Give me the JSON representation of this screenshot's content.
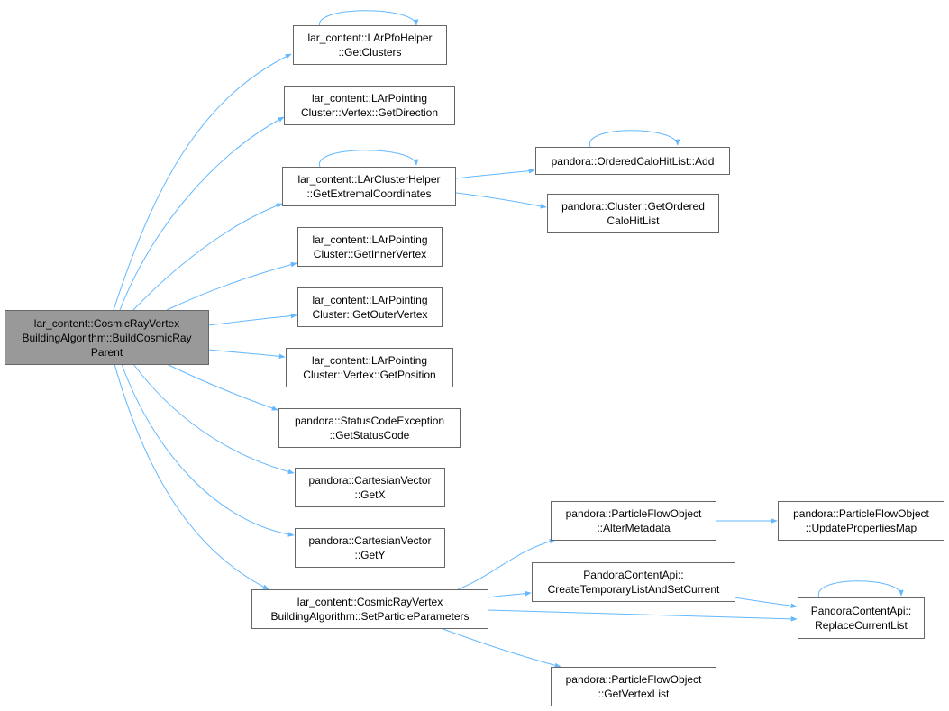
{
  "colors": {
    "edge": "#63b8ff",
    "node_border": "#666666",
    "root_fill": "#999999",
    "node_fill": "#ffffff"
  },
  "nodes": {
    "build": {
      "l1": "lar_content::CosmicRayVertex",
      "l2": "BuildingAlgorithm::BuildCosmicRay",
      "l3": "Parent"
    },
    "pfo_getclusters": {
      "l1": "lar_content::LArPfoHelper",
      "l2": "::GetClusters"
    },
    "getdirection": {
      "l1": "lar_content::LArPointing",
      "l2": "Cluster::Vertex::GetDirection"
    },
    "extremal": {
      "l1": "lar_content::LArClusterHelper",
      "l2": "::GetExtremalCoordinates"
    },
    "innervertex": {
      "l1": "lar_content::LArPointing",
      "l2": "Cluster::GetInnerVertex"
    },
    "outervertex": {
      "l1": "lar_content::LArPointing",
      "l2": "Cluster::GetOuterVertex"
    },
    "getposition": {
      "l1": "lar_content::LArPointing",
      "l2": "Cluster::Vertex::GetPosition"
    },
    "statuscode": {
      "l1": "pandora::StatusCodeException",
      "l2": "::GetStatusCode"
    },
    "getx": {
      "l1": "pandora::CartesianVector",
      "l2": "::GetX"
    },
    "gety": {
      "l1": "pandora::CartesianVector",
      "l2": "::GetY"
    },
    "setparams": {
      "l1": "lar_content::CosmicRayVertex",
      "l2": "BuildingAlgorithm::SetParticleParameters"
    },
    "ocl_add": {
      "l1": "pandora::OrderedCaloHitList::Add"
    },
    "getordered": {
      "l1": "pandora::Cluster::GetOrdered",
      "l2": "CaloHitList"
    },
    "altermeta": {
      "l1": "pandora::ParticleFlowObject",
      "l2": "::AlterMetadata"
    },
    "createtemp": {
      "l1": "PandoraContentApi::",
      "l2": "CreateTemporaryListAndSetCurrent"
    },
    "getvertexlist": {
      "l1": "pandora::ParticleFlowObject",
      "l2": "::GetVertexList"
    },
    "updateprops": {
      "l1": "pandora::ParticleFlowObject",
      "l2": "::UpdatePropertiesMap"
    },
    "replacelist": {
      "l1": "PandoraContentApi::",
      "l2": "ReplaceCurrentList"
    }
  }
}
